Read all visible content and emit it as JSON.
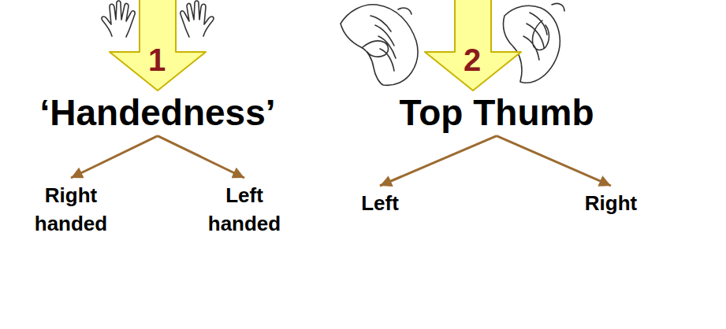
{
  "diagram": {
    "nodes": [
      {
        "text": [
          "‘Handedness’"
        ]
      },
      {
        "text": [
          "Right handed"
        ]
      },
      {
        "text": [
          "Left handed"
        ]
      },
      {
        "text": [
          "Top Thumb"
        ]
      },
      {
        "text": [
          "Left"
        ]
      },
      {
        "text": [
          "Right"
        ]
      }
    ],
    "edges": [
      {
        "from": 0,
        "to": 1,
        "arrow": "to"
      },
      {
        "from": 0,
        "to": 2,
        "arrow": "to"
      },
      {
        "from": 3,
        "to": 4,
        "arrow": "to"
      },
      {
        "from": 3,
        "to": 5,
        "arrow": "to"
      }
    ],
    "labels": [
      "1",
      "2"
    ]
  }
}
